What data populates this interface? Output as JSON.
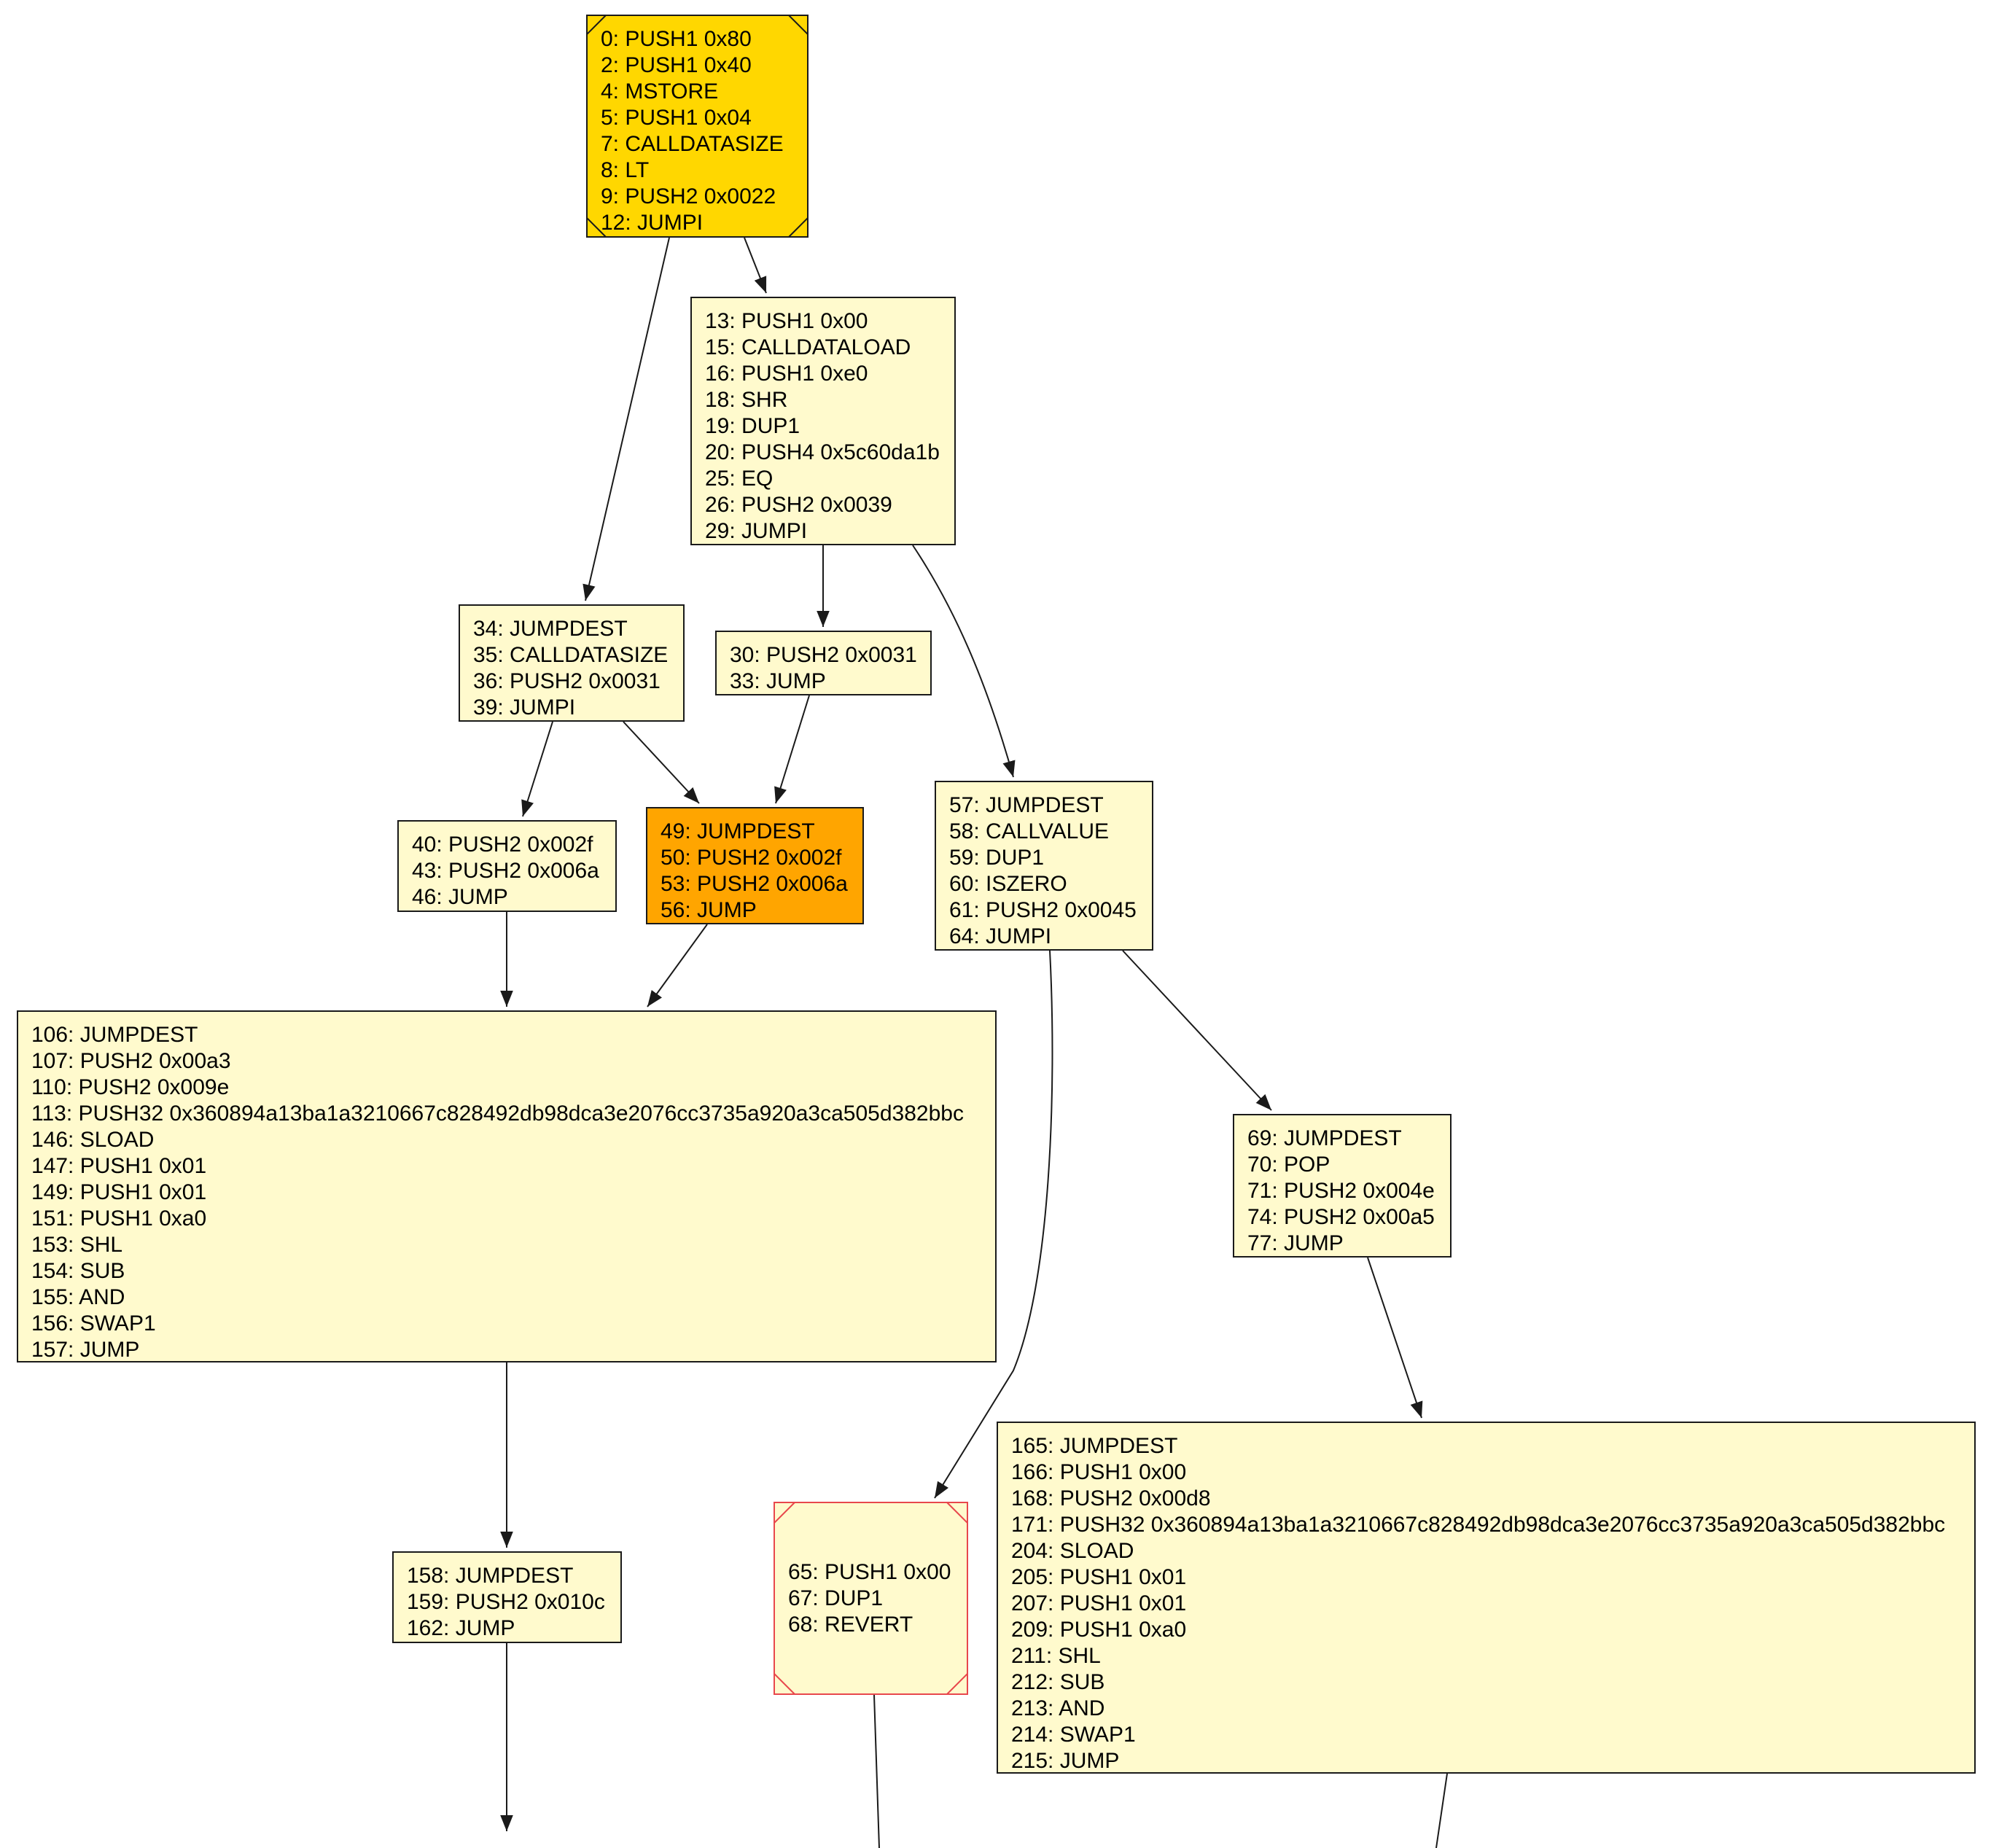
{
  "colors": {
    "default_fill": "#fffacd",
    "entry_fill": "#ffd700",
    "highlight_fill": "#ffa500",
    "border": "#1a1a1a",
    "revert_border": "#e8474c",
    "edge": "#1a1a1a"
  },
  "nodes": [
    {
      "id": "n0",
      "style": "entry",
      "lines": [
        "0: PUSH1 0x80",
        "2: PUSH1 0x40",
        "4: MSTORE",
        "5: PUSH1 0x04",
        "7: CALLDATASIZE",
        "8: LT",
        "9: PUSH2 0x0022",
        "12: JUMPI"
      ]
    },
    {
      "id": "n13",
      "style": "default",
      "lines": [
        "13: PUSH1 0x00",
        "15: CALLDATALOAD",
        "16: PUSH1 0xe0",
        "18: SHR",
        "19: DUP1",
        "20: PUSH4 0x5c60da1b",
        "25: EQ",
        "26: PUSH2 0x0039",
        "29: JUMPI"
      ]
    },
    {
      "id": "n34",
      "style": "default",
      "lines": [
        "34: JUMPDEST",
        "35: CALLDATASIZE",
        "36: PUSH2 0x0031",
        "39: JUMPI"
      ]
    },
    {
      "id": "n30",
      "style": "default",
      "lines": [
        "30: PUSH2 0x0031",
        "33: JUMP"
      ]
    },
    {
      "id": "n57",
      "style": "default",
      "lines": [
        "57: JUMPDEST",
        "58: CALLVALUE",
        "59: DUP1",
        "60: ISZERO",
        "61: PUSH2 0x0045",
        "64: JUMPI"
      ]
    },
    {
      "id": "n40",
      "style": "default",
      "lines": [
        "40: PUSH2 0x002f",
        "43: PUSH2 0x006a",
        "46: JUMP"
      ]
    },
    {
      "id": "n49",
      "style": "highlight",
      "lines": [
        "49: JUMPDEST",
        "50: PUSH2 0x002f",
        "53: PUSH2 0x006a",
        "56: JUMP"
      ]
    },
    {
      "id": "n106",
      "style": "default",
      "lines": [
        "106: JUMPDEST",
        "107: PUSH2 0x00a3",
        "110: PUSH2 0x009e",
        "113: PUSH32 0x360894a13ba1a3210667c828492db98dca3e2076cc3735a920a3ca505d382bbc",
        "146: SLOAD",
        "147: PUSH1 0x01",
        "149: PUSH1 0x01",
        "151: PUSH1 0xa0",
        "153: SHL",
        "154: SUB",
        "155: AND",
        "156: SWAP1",
        "157: JUMP"
      ]
    },
    {
      "id": "n69",
      "style": "default",
      "lines": [
        "69: JUMPDEST",
        "70: POP",
        "71: PUSH2 0x004e",
        "74: PUSH2 0x00a5",
        "77: JUMP"
      ]
    },
    {
      "id": "n158",
      "style": "default",
      "lines": [
        "158: JUMPDEST",
        "159: PUSH2 0x010c",
        "162: JUMP"
      ]
    },
    {
      "id": "n65",
      "style": "revert",
      "lines": [
        "65: PUSH1 0x00",
        "67: DUP1",
        "68: REVERT"
      ]
    },
    {
      "id": "n165",
      "style": "default",
      "lines": [
        "165: JUMPDEST",
        "166: PUSH1 0x00",
        "168: PUSH2 0x00d8",
        "171: PUSH32 0x360894a13ba1a3210667c828492db98dca3e2076cc3735a920a3ca505d382bbc",
        "204: SLOAD",
        "205: PUSH1 0x01",
        "207: PUSH1 0x01",
        "209: PUSH1 0xa0",
        "211: SHL",
        "212: SUB",
        "213: AND",
        "214: SWAP1",
        "215: JUMP"
      ]
    }
  ],
  "edges": [
    {
      "from": "n0",
      "to": "n34"
    },
    {
      "from": "n0",
      "to": "n13"
    },
    {
      "from": "n13",
      "to": "n30"
    },
    {
      "from": "n13",
      "to": "n57"
    },
    {
      "from": "n34",
      "to": "n40"
    },
    {
      "from": "n34",
      "to": "n49"
    },
    {
      "from": "n30",
      "to": "n49"
    },
    {
      "from": "n40",
      "to": "n106"
    },
    {
      "from": "n49",
      "to": "n106"
    },
    {
      "from": "n57",
      "to": "n65"
    },
    {
      "from": "n57",
      "to": "n69"
    },
    {
      "from": "n106",
      "to": "n158"
    },
    {
      "from": "n69",
      "to": "n165"
    },
    {
      "from": "n158",
      "to": "continues-below"
    },
    {
      "from": "n65",
      "to": "continues-below"
    },
    {
      "from": "n165",
      "to": "continues-below"
    }
  ]
}
